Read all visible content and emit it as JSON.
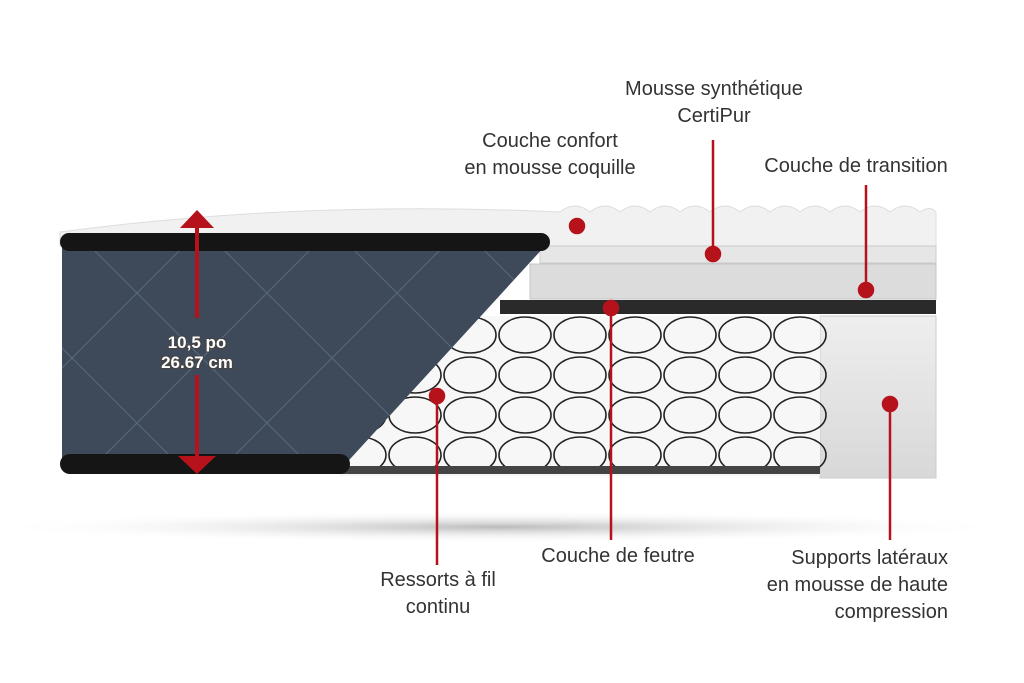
{
  "diagram": {
    "accent_color": "#b5121b",
    "height_measurement": {
      "imperial": "10,5 po",
      "metric": "26.67 cm"
    },
    "labels": {
      "synthetic_foam": [
        "Mousse synthétique",
        "CertiPur"
      ],
      "comfort_layer": [
        "Couche confort",
        "en mousse coquille"
      ],
      "transition_layer": [
        "Couche de transition"
      ],
      "felt_layer": [
        "Couche de feutre"
      ],
      "springs": [
        "Ressorts à fil",
        "continu"
      ],
      "side_supports": [
        "Supports latéraux",
        "en mousse de haute",
        "compression"
      ]
    }
  }
}
